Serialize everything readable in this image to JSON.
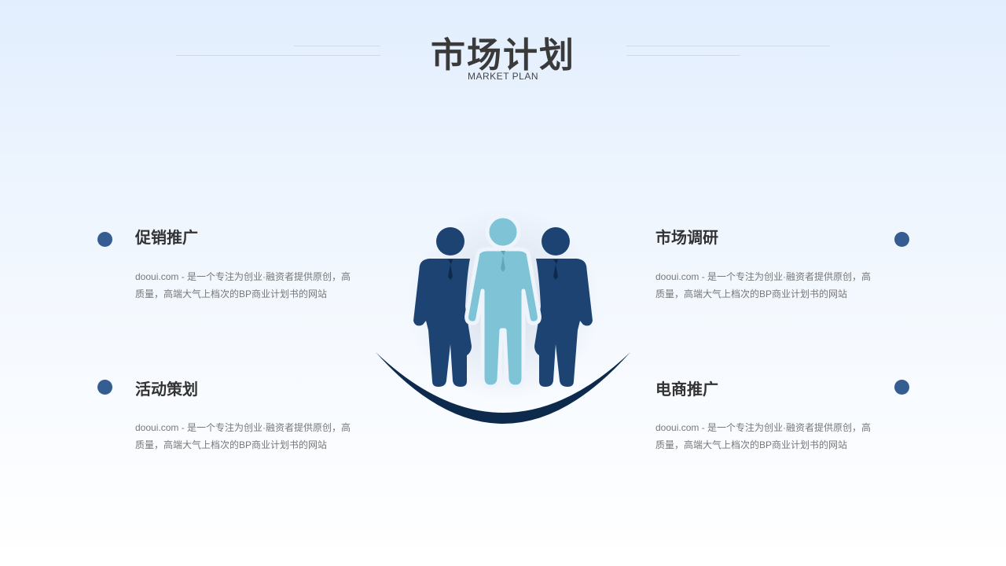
{
  "header": {
    "title": "市场计划",
    "subtitle": "MARKET PLAN"
  },
  "items": [
    {
      "title": "促销推广",
      "desc": "dooui.com - 是一个专注为创业·融资者提供原创，高质量，高端大气上档次的BP商业计划书的网站"
    },
    {
      "title": "活动策划",
      "desc": "dooui.com - 是一个专注为创业·融资者提供原创，高质量，高端大气上档次的BP商业计划书的网站"
    },
    {
      "title": "市场调研",
      "desc": "dooui.com - 是一个专注为创业·融资者提供原创，高质量，高端大气上档次的BP商业计划书的网站"
    },
    {
      "title": "电商推广",
      "desc": "dooui.com - 是一个专注为创业·融资者提供原创，高质量，高端大气上档次的BP商业计划书的网站"
    }
  ],
  "graphic": {
    "icon": "business-team-icon",
    "colors": {
      "dark": "#1d4373",
      "light": "#7fc4d6",
      "arc": "#0d2a4d",
      "dot": "#355d92"
    }
  }
}
